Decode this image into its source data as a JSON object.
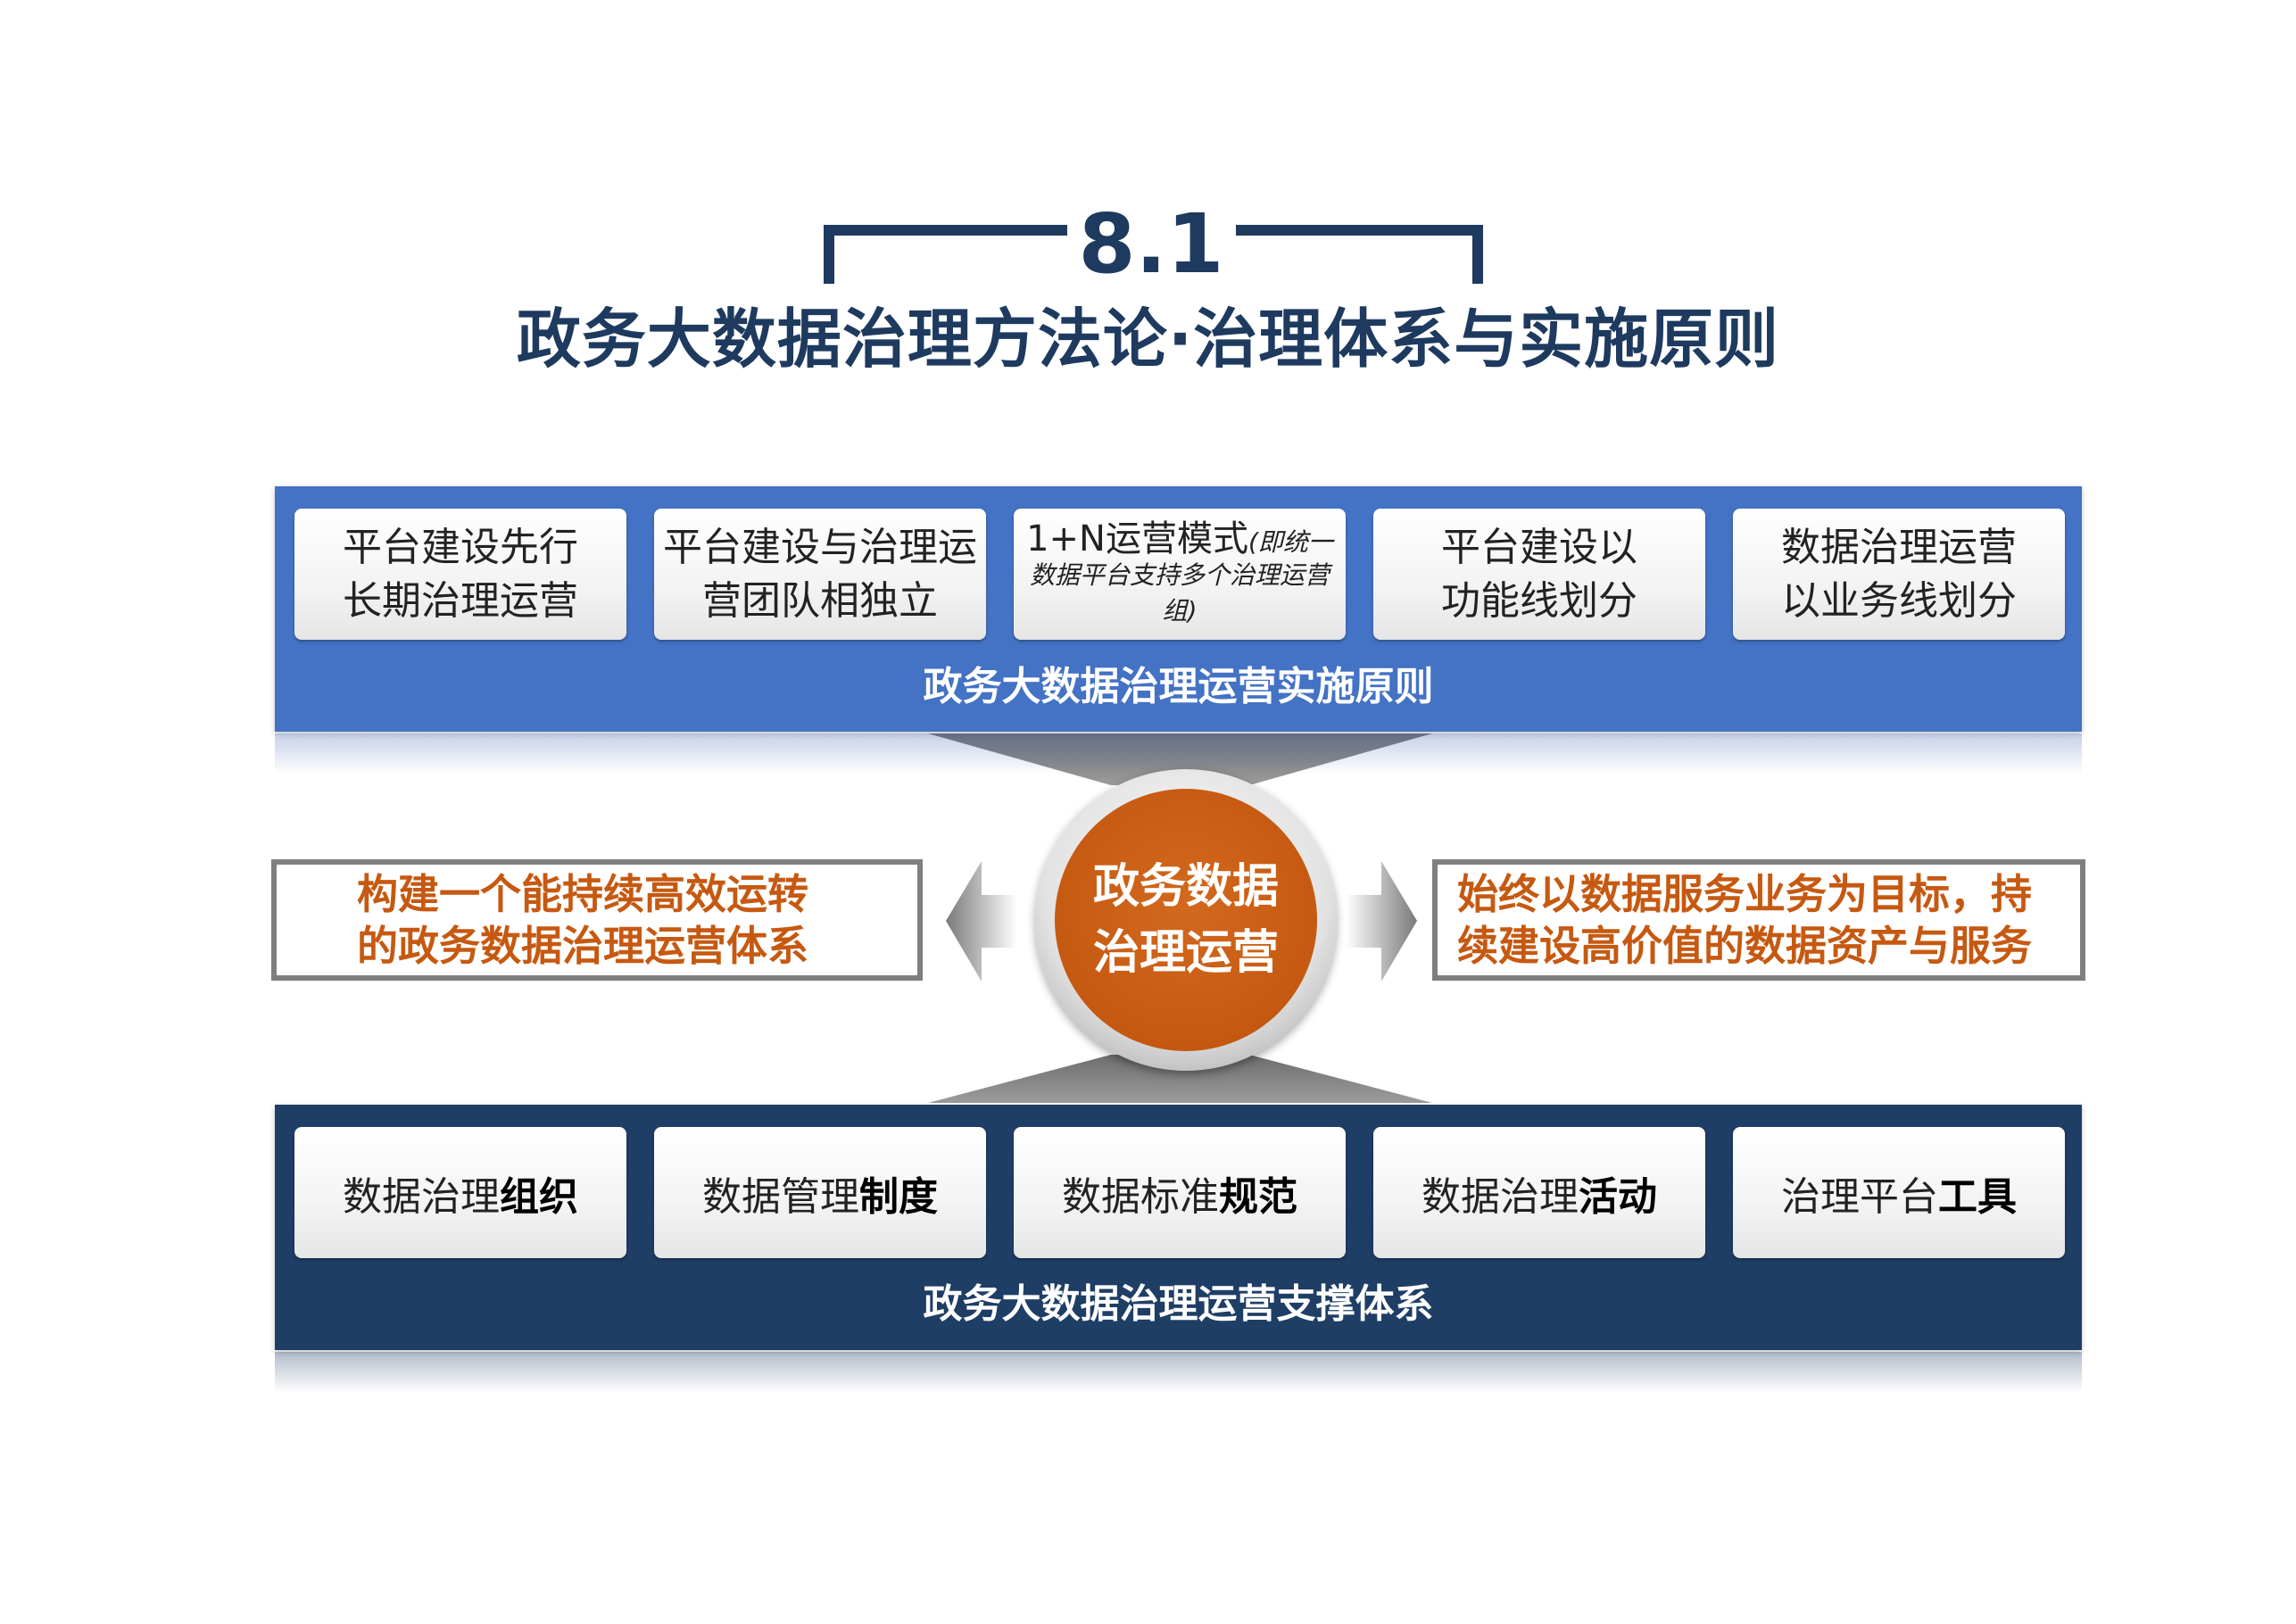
{
  "header": {
    "section_number": "8.1",
    "title": "政务大数据治理方法论·治理体系与实施原则"
  },
  "principles": {
    "label": "政务大数据治理运营实施原则",
    "cards": [
      {
        "line1": "平台建设先行",
        "line2": "长期治理运营"
      },
      {
        "line1": "平台建设与治理运",
        "line2": "营团队相独立"
      },
      {
        "main": "1+N运营模式",
        "note": "(即统一",
        "sub1": "数据平台支持多个治理运营",
        "sub2": "组)"
      },
      {
        "line1": "平台建设以",
        "line2": "功能线划分"
      },
      {
        "line1": "数据治理运营",
        "line2": "以业务线划分"
      }
    ]
  },
  "center": {
    "line1": "政务数据",
    "line2": "治理运营"
  },
  "goals": {
    "left": {
      "line1": "构建一个能持续高效运转",
      "line2": "的政务数据治理运营体系"
    },
    "right": {
      "line1": "始终以数据服务业务为目标，持",
      "line2": "续建设高价值的数据资产与服务"
    }
  },
  "support": {
    "label": "政务大数据治理运营支撑体系",
    "cards": [
      {
        "prefix": "数据治理",
        "bold": "组织"
      },
      {
        "prefix": "数据管理",
        "bold": "制度"
      },
      {
        "prefix": "数据标准",
        "bold": "规范"
      },
      {
        "prefix": "数据治理",
        "bold": "活动"
      },
      {
        "prefix": "治理平台",
        "bold": "工具"
      }
    ]
  },
  "colors": {
    "navy": "#1e3a5f",
    "principles_panel": "#4472c4",
    "support_panel": "#1f3e66",
    "accent_orange": "#c65911",
    "border_gray": "#7f7f7f"
  }
}
